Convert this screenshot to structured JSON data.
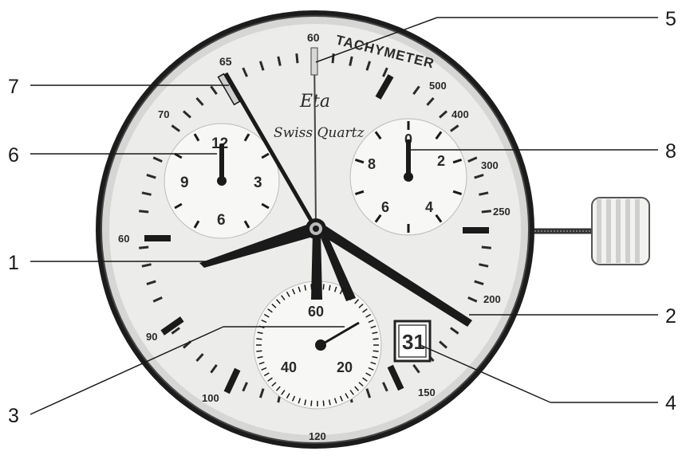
{
  "callouts": {
    "c1": "1",
    "c2": "2",
    "c3": "3",
    "c4": "4",
    "c5": "5",
    "c6": "6",
    "c7": "7",
    "c8": "8"
  },
  "dial": {
    "brand": "Eta",
    "subtitle": "Swiss Quartz",
    "tachymeter_label": "TACHYMETER",
    "date_value": "31",
    "outer_scale": [
      "60",
      "65",
      "70",
      "60",
      "90",
      "100",
      "120",
      "150",
      "200",
      "250",
      "300",
      "400",
      "500"
    ],
    "left_subdial": [
      "12",
      "3",
      "6",
      "9"
    ],
    "right_subdial": [
      "0",
      "2",
      "4",
      "6",
      "8"
    ],
    "bottom_subdial": [
      "60",
      "20",
      "40"
    ]
  },
  "colors": {
    "dial_face": "#ececea",
    "bezel": "#1c1c1c",
    "hands": "#1a1a1a",
    "subdial_face": "#f7f7f5",
    "leader_line": "#1a1a1a"
  }
}
